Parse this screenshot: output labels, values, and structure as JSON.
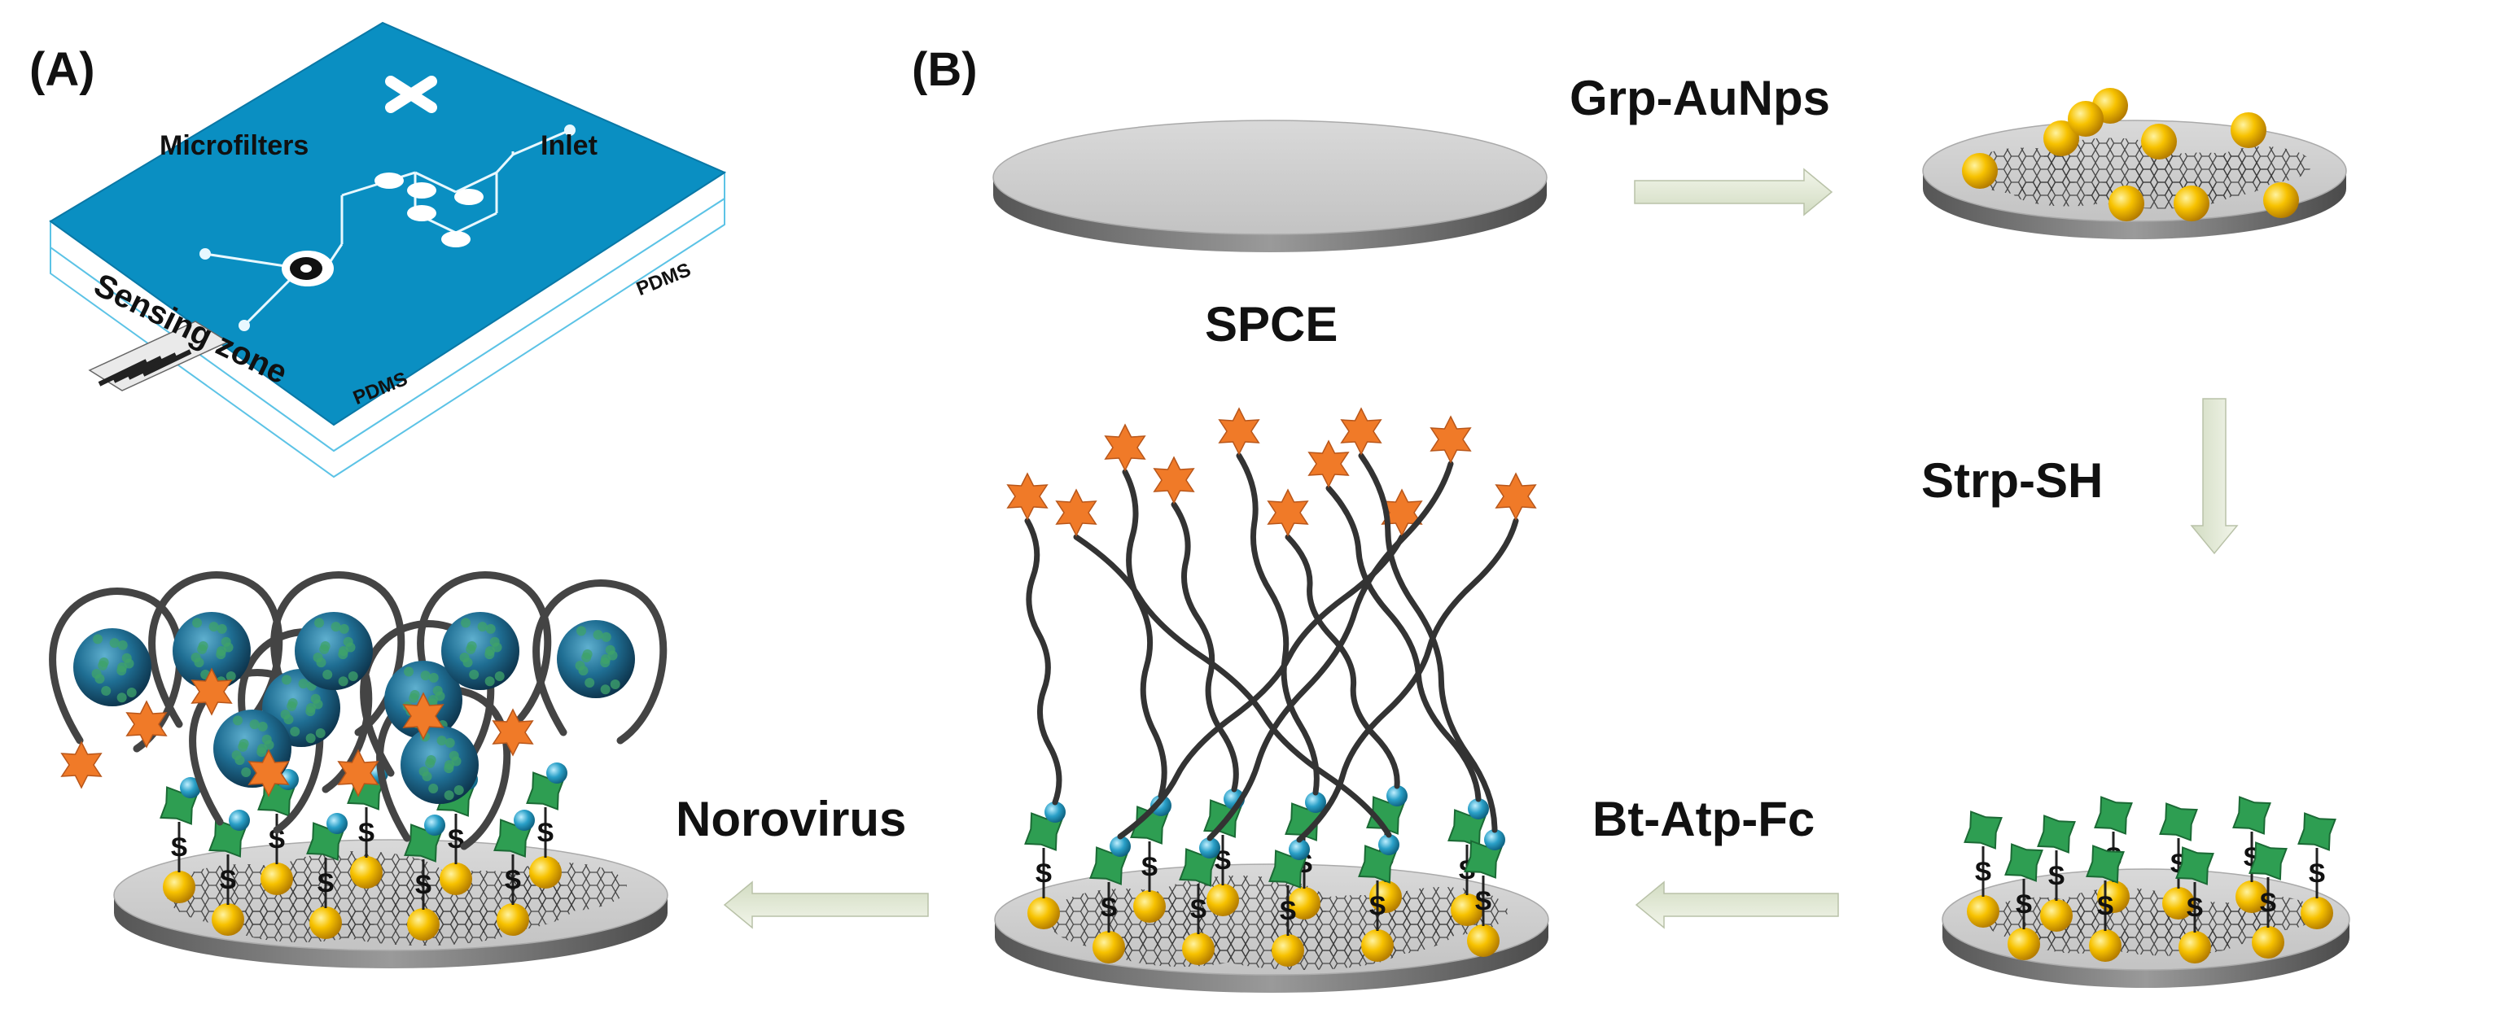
{
  "panels": {
    "a_label": "(A)",
    "b_label": "(B)"
  },
  "chip": {
    "microfilters_label": "Microfilters",
    "inlet_label": "Inlet",
    "sensing_zone_label": "Sensing zone",
    "layer_label_1": "PDMS",
    "layer_label_2": "PDMS",
    "colors": {
      "top": "#0a8fc2",
      "layer": "#ffffff",
      "edge": "#5cc3e6"
    }
  },
  "steps": {
    "electrode_label": "SPCE",
    "step1_label": "Grp-AuNps",
    "step2_label": "Strp-SH",
    "step3_label": "Bt-Atp-Fc",
    "step4_label": "Norovirus"
  },
  "atom_label": "S",
  "colors": {
    "electrode": "#cfcfcf",
    "arrow": "#e4ead8",
    "gold": "#f5b800",
    "streptavidin": "#2e9e52",
    "ferrocene": "#f07a28",
    "biotin": "#2aa0c8",
    "virus": "#1f6e93",
    "aptamer": "#333333"
  }
}
